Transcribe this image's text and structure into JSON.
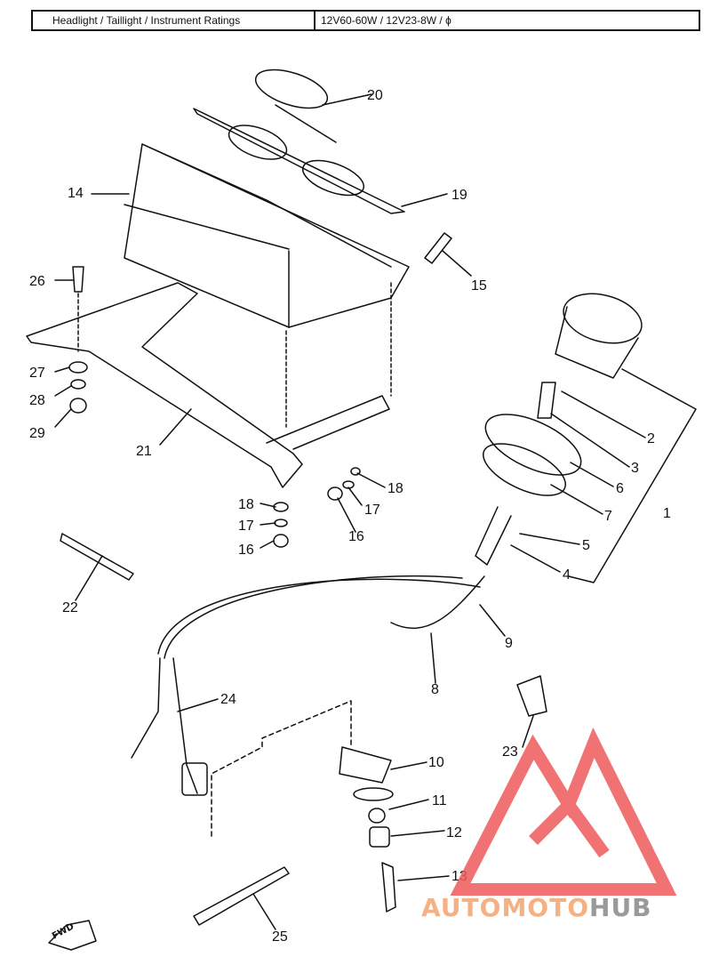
{
  "header": {
    "label": "Headlight / Taillight / Instrument Ratings",
    "value": "12V60-60W / 12V23-8W / ϕ"
  },
  "callouts": [
    {
      "id": "c20",
      "text": "20"
    },
    {
      "id": "c14",
      "text": "14"
    },
    {
      "id": "c19",
      "text": "19"
    },
    {
      "id": "c15",
      "text": "15"
    },
    {
      "id": "c26",
      "text": "26"
    },
    {
      "id": "c27",
      "text": "27"
    },
    {
      "id": "c28",
      "text": "28"
    },
    {
      "id": "c29",
      "text": "29"
    },
    {
      "id": "c21",
      "text": "21"
    },
    {
      "id": "c2",
      "text": "2"
    },
    {
      "id": "c3",
      "text": "3"
    },
    {
      "id": "c6",
      "text": "6"
    },
    {
      "id": "c1",
      "text": "1"
    },
    {
      "id": "c7",
      "text": "7"
    },
    {
      "id": "c5",
      "text": "5"
    },
    {
      "id": "c4",
      "text": "4"
    },
    {
      "id": "c18a",
      "text": "18"
    },
    {
      "id": "c18b",
      "text": "18"
    },
    {
      "id": "c17a",
      "text": "17"
    },
    {
      "id": "c17b",
      "text": "17"
    },
    {
      "id": "c16a",
      "text": "16"
    },
    {
      "id": "c16b",
      "text": "16"
    },
    {
      "id": "c22",
      "text": "22"
    },
    {
      "id": "c9",
      "text": "9"
    },
    {
      "id": "c8",
      "text": "8"
    },
    {
      "id": "c24",
      "text": "24"
    },
    {
      "id": "c10",
      "text": "10"
    },
    {
      "id": "c23",
      "text": "23"
    },
    {
      "id": "c11",
      "text": "11"
    },
    {
      "id": "c12",
      "text": "12"
    },
    {
      "id": "c13",
      "text": "13"
    },
    {
      "id": "c25",
      "text": "25"
    }
  ],
  "fwd_label": "FWD",
  "watermark": {
    "part1": "AUTOMOTO",
    "part2": "HUB"
  },
  "colors": {
    "watermark_triangle": "#ef5a5a",
    "watermark_text": "#f6b183",
    "watermark_hub": "#9a9a9a",
    "line": "#111111"
  }
}
